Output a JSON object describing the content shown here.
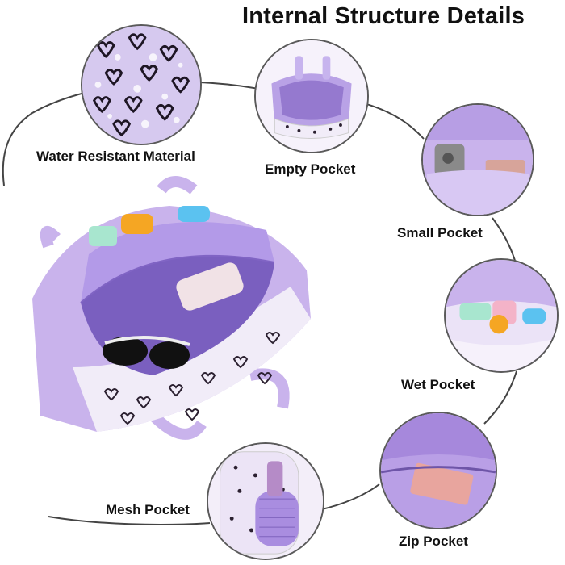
{
  "title": "Internal Structure Details",
  "features": {
    "water_resistant": "Water Resistant Material",
    "empty_pocket": "Empty Pocket",
    "small_pocket": "Small Pocket",
    "wet_pocket": "Wet Pocket",
    "zip_pocket": "Zip Pocket",
    "mesh_pocket": "Mesh Pocket"
  },
  "colors": {
    "lavender": "#c9b3ec",
    "lavender_dark": "#9d83d0",
    "lavender_light": "#e7ddf7",
    "heart_print_bg": "#f1ecf8",
    "heart": "#2b2030"
  }
}
